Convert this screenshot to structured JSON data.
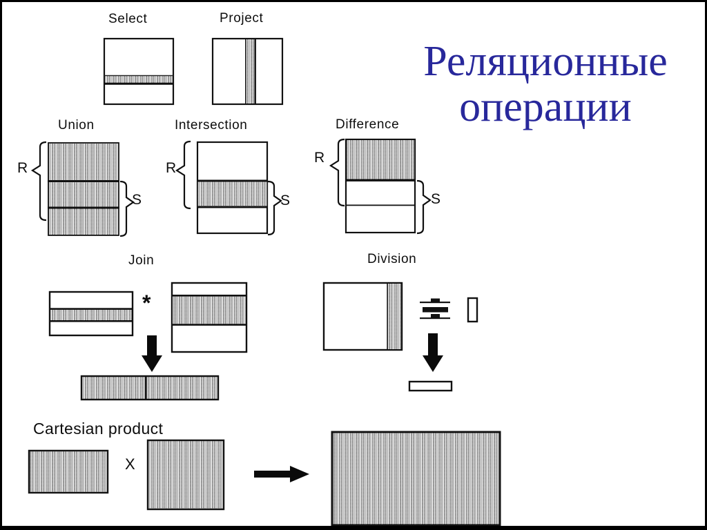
{
  "title": {
    "line1": "Реляционные",
    "line2": "операции",
    "color": "#28289B"
  },
  "operations": {
    "select": {
      "label": "Select"
    },
    "project": {
      "label": "Project"
    },
    "union": {
      "label": "Union",
      "left_relation": "R",
      "right_relation": "S"
    },
    "intersection": {
      "label": "Intersection",
      "left_relation": "R",
      "right_relation": "S"
    },
    "difference": {
      "label": "Difference",
      "left_relation": "R",
      "right_relation": "S"
    },
    "join": {
      "label": "Join",
      "operator_symbol": "*"
    },
    "division": {
      "label": "Division"
    },
    "cartesian_product": {
      "label": "Cartesian product",
      "operator_symbol": "X"
    }
  },
  "colors": {
    "frame": "#000000",
    "line": "#111111",
    "title_blue": "#28289B",
    "shade_dark_dot": "#3a3a3a",
    "shade_light_stripe": "#bdbdbd",
    "shade_background": "#f2f2f2"
  }
}
